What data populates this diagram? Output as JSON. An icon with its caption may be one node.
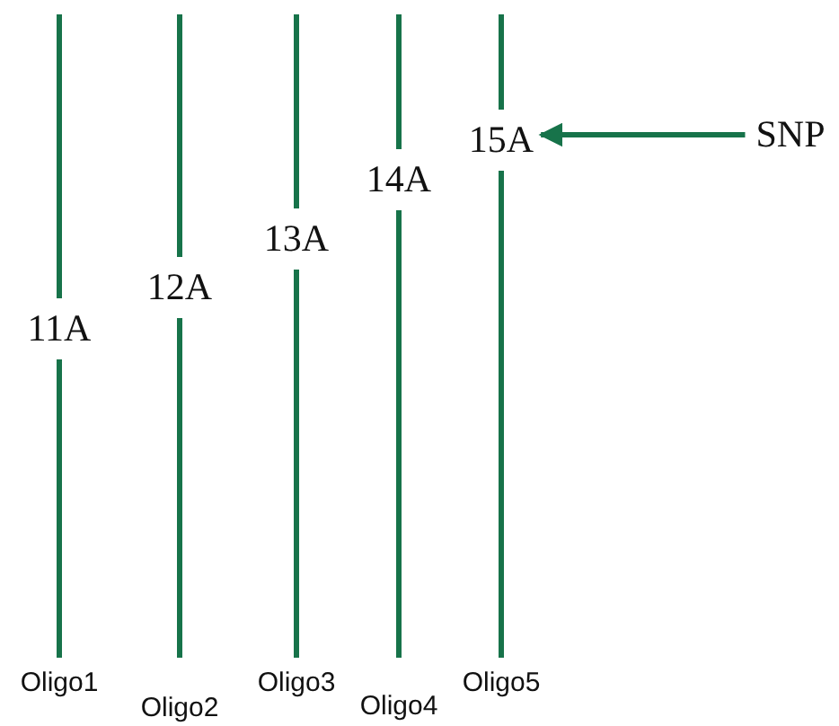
{
  "diagram": {
    "nodes": [
      {
        "text": [
          "15A"
        ]
      },
      {
        "text": [
          "SNP"
        ]
      }
    ],
    "edges": [
      {
        "from": 1,
        "to": 0,
        "arrow": "to"
      }
    ],
    "labels": [
      "11A",
      "12A",
      "13A",
      "14A",
      "Oligo1",
      "Oligo2",
      "Oligo3",
      "Oligo4",
      "Oligo5"
    ]
  }
}
